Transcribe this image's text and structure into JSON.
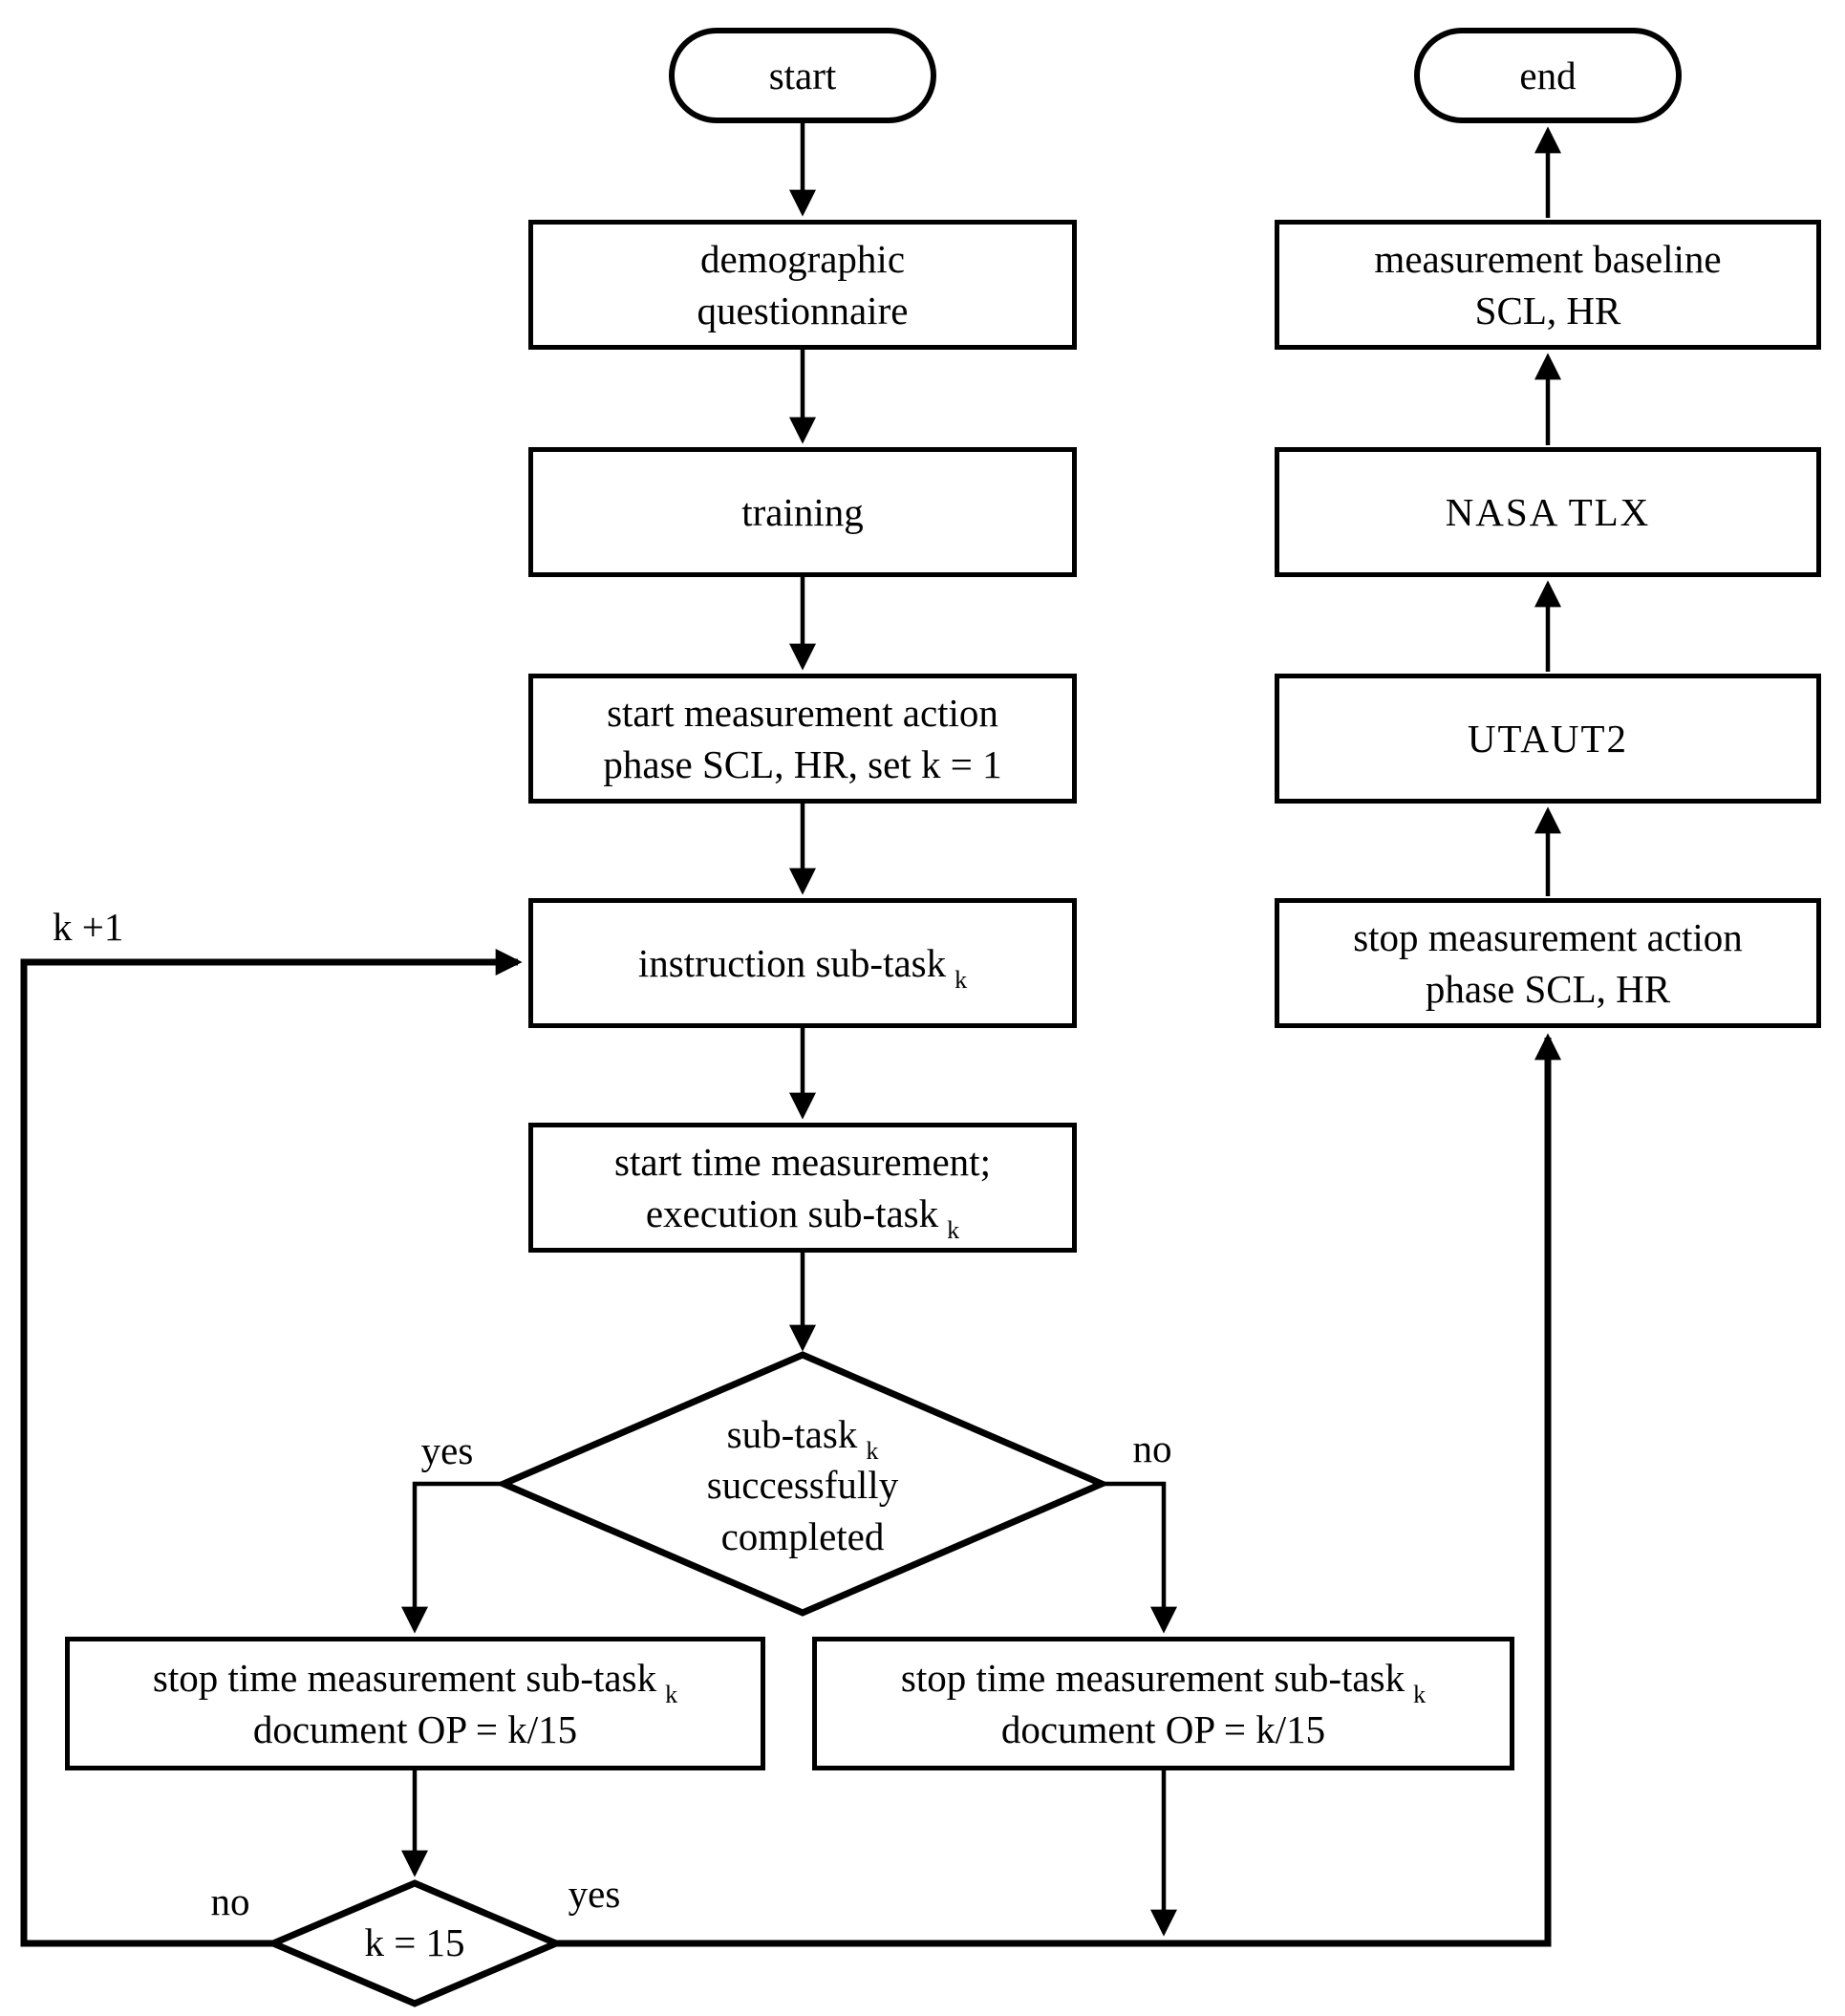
{
  "flowchart": {
    "colors": {
      "stroke": "#000000",
      "fill": "#ffffff",
      "background": "#ffffff"
    },
    "nodes": {
      "start": {
        "label": "start"
      },
      "demographic": {
        "lines": [
          "demographic",
          "questionnaire"
        ]
      },
      "training": {
        "label": "training"
      },
      "start_measurement": {
        "lines": [
          "start measurement action",
          "phase SCL, HR, set k = 1"
        ]
      },
      "instruction": {
        "text": "instruction sub-task",
        "sub": "k"
      },
      "start_time": {
        "line1": "start time measurement;",
        "line2_text": "execution sub-task",
        "line2_sub": "k"
      },
      "decision_subtask": {
        "line1_text": "sub-task",
        "line1_sub": "k",
        "line2": "successfully",
        "line3": "completed"
      },
      "stop_time_left": {
        "line1_text": "stop time measurement sub-task",
        "line1_sub": "k",
        "line2": "document OP = k/15"
      },
      "stop_time_right": {
        "line1_text": "stop time measurement sub-task",
        "line1_sub": "k",
        "line2": "document OP = k/15"
      },
      "decision_k15": {
        "label": "k = 15"
      },
      "stop_measurement": {
        "lines": [
          "stop measurement  action",
          "phase SCL, HR"
        ]
      },
      "utaut2": {
        "label": "UTAUT2"
      },
      "nasa_tlx": {
        "label": "NASA TLX"
      },
      "baseline": {
        "lines": [
          "measurement baseline",
          "SCL, HR"
        ]
      },
      "end": {
        "label": "end"
      }
    },
    "edge_labels": {
      "yes_top": "yes",
      "no_top": "no",
      "no_bottom": "no",
      "yes_bottom": "yes",
      "k_plus_1": "k +1"
    }
  }
}
